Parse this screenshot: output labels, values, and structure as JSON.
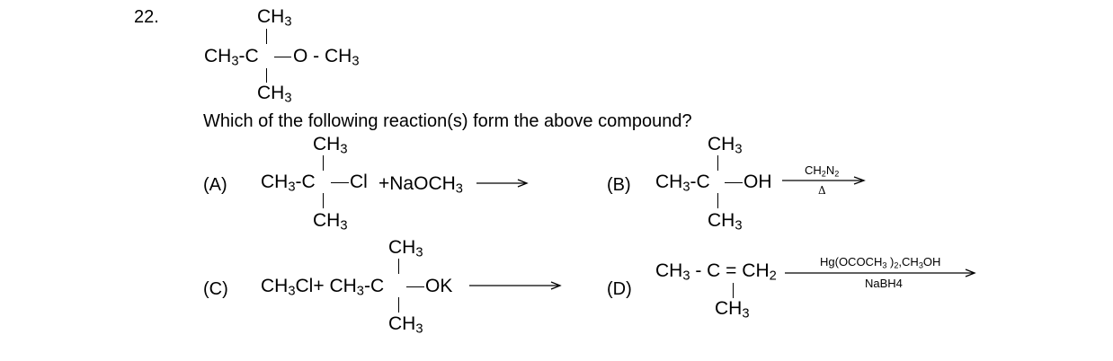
{
  "question": {
    "number": "22.",
    "stem": "Which of the following reaction(s) form the above compound?"
  },
  "compound": {
    "top_methyl": "CH3",
    "left_chain": "CH3-C",
    "right_group": "O - CH3",
    "bottom_methyl": "CH3"
  },
  "options": {
    "a": {
      "label": "(A)",
      "top_methyl": "CH3",
      "left_chain": "CH3-C",
      "right_group": "Cl",
      "reagent": "+NaOCH3",
      "bottom_methyl": "CH3"
    },
    "b": {
      "label": "(B)",
      "top_methyl": "CH3",
      "left_chain": "CH3-C",
      "right_group": "OH",
      "bottom_methyl": "CH3",
      "arrow_top": "CH2N2",
      "arrow_bottom": "Δ"
    },
    "c": {
      "label": "(C)",
      "top_methyl": "CH3",
      "left_chain": "CH3Cl+ CH3-C",
      "right_group": "OK",
      "bottom_methyl": "CH3"
    },
    "d": {
      "label": "(D)",
      "chain": "CH3 - C = CH2",
      "bottom_methyl": "CH3",
      "arrow_top": "Hg(OCOCH3 )2,CH3OH",
      "arrow_bottom": "NaBH4"
    }
  }
}
